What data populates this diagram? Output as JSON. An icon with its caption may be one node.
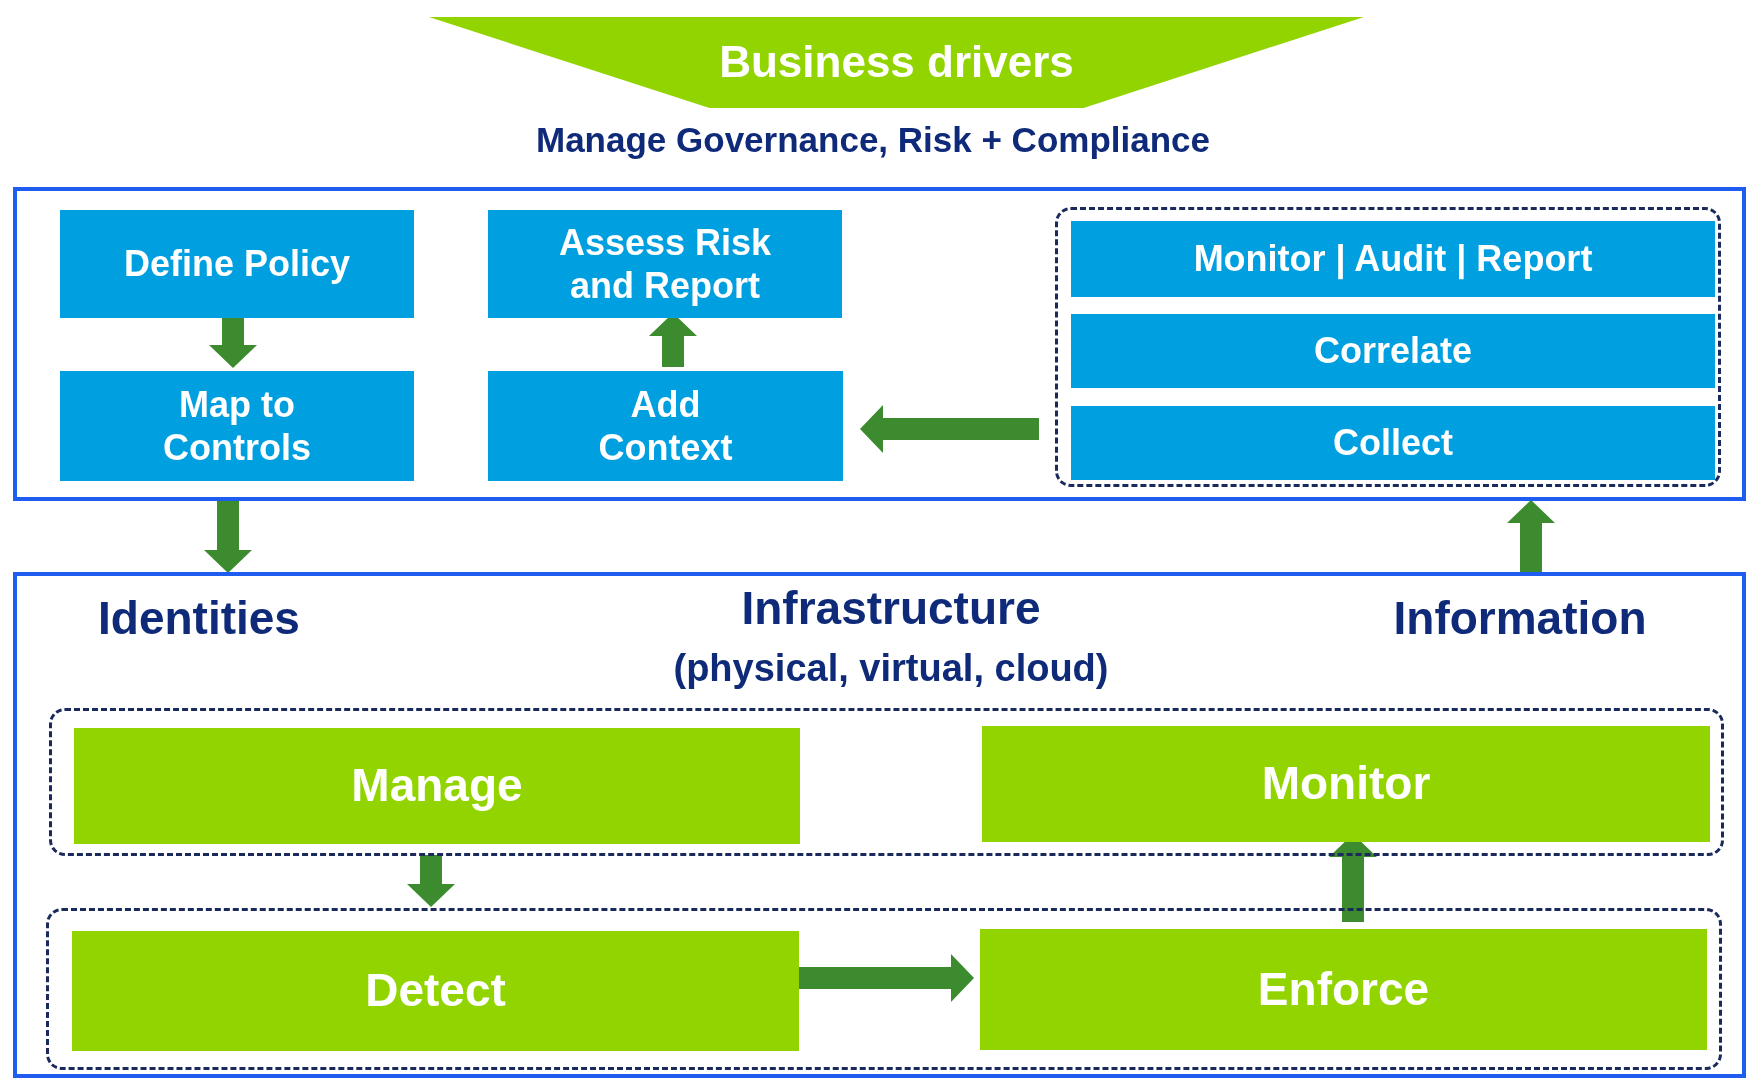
{
  "diagram": {
    "nodes": [
      {
        "text": [
          "Business drivers"
        ]
      },
      {
        "text": [],
        "shape": "box"
      },
      {
        "text": [
          "Define Policy"
        ],
        "in": 1
      },
      {
        "text": [
          "Assess Risk and Report"
        ],
        "in": 1
      },
      {
        "text": [
          "Map to Controls"
        ],
        "in": 1
      },
      {
        "text": [
          "Add Context"
        ],
        "in": 1
      },
      {
        "text": [],
        "shape": "box",
        "in": 1
      },
      {
        "text": [
          "Monitor | Audit | Report"
        ],
        "in": 6
      },
      {
        "text": [
          "Correlate"
        ],
        "in": 6
      },
      {
        "text": [
          "Collect"
        ],
        "in": 6
      },
      {
        "text": [],
        "shape": "box"
      },
      {
        "text": [],
        "shape": "box",
        "in": 10
      },
      {
        "text": [
          "Manage"
        ],
        "in": 11
      },
      {
        "text": [
          "Monitor"
        ],
        "in": 11
      },
      {
        "text": [],
        "shape": "box",
        "in": 10
      },
      {
        "text": [
          "Detect"
        ],
        "in": 14
      },
      {
        "text": [
          "Enforce"
        ],
        "in": 14
      }
    ],
    "edges": [
      {
        "from": 2,
        "to": 4,
        "arrow": "to"
      },
      {
        "from": 5,
        "to": 3,
        "arrow": "to"
      },
      {
        "from": 6,
        "to": 5,
        "arrow": "to"
      },
      {
        "from": 1,
        "to": 10,
        "arrow": "to"
      },
      {
        "from": 10,
        "to": 1,
        "arrow": "to"
      },
      {
        "from": 12,
        "to": 15,
        "arrow": "to"
      },
      {
        "from": 15,
        "to": 16,
        "arrow": "to"
      },
      {
        "from": 16,
        "to": 13,
        "arrow": "to"
      }
    ],
    "labels": [
      "Manage Governance, Risk + Compliance",
      "Identities",
      "Infrastructure",
      "(physical, virtual, cloud)",
      "Information"
    ]
  }
}
